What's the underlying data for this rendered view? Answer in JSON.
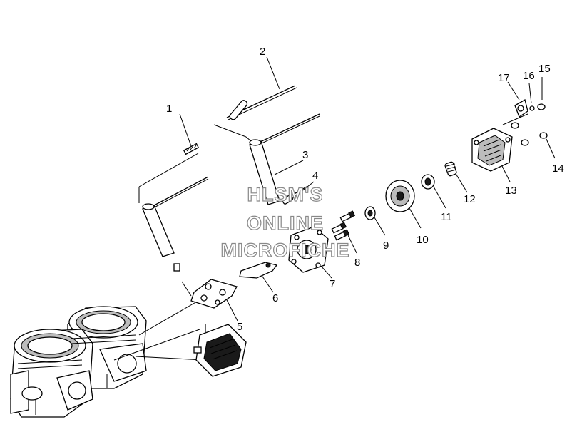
{
  "callouts": [
    "1",
    "2",
    "3",
    "4",
    "5",
    "6",
    "7",
    "8",
    "9",
    "10",
    "11",
    "12",
    "13",
    "14",
    "15",
    "16",
    "17"
  ],
  "watermark": {
    "line1": "HLSM'S",
    "line2": "ONLINE",
    "line3": "MICROFICHE"
  }
}
